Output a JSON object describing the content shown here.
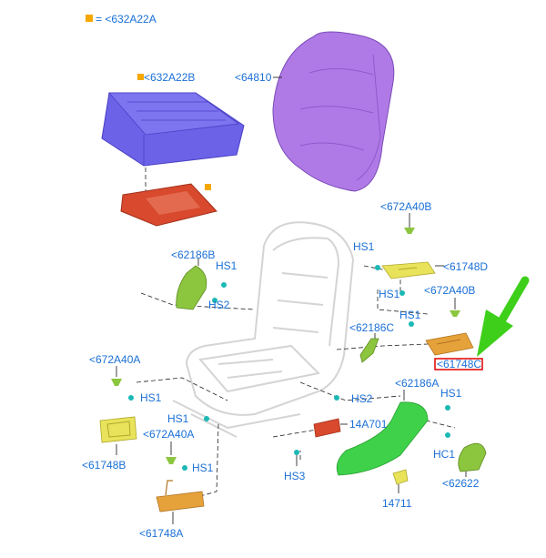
{
  "legend": {
    "marker_color": "#f5a800",
    "text": "= <632A22A"
  },
  "labels": {
    "pad_632A22B": "<632A22B",
    "back_64810": "<64810",
    "clip_672A40B": "<672A40B",
    "hs1_a": "HS1",
    "bracket_61748D": "<61748D",
    "hs1_b": "HS1",
    "clip_672A40B_2": "<672A40B",
    "cover_62186B": "<62186B",
    "hs1_c": "HS1",
    "hs2_a": "HS2",
    "hs1_d": "HS1",
    "cover_62186C": "<62186C",
    "part_61748C": "<61748C",
    "clip_672A40A": "<672A40A",
    "hs1_e": "HS1",
    "cover_62186A": "<62186A",
    "hs1_f": "HS1",
    "hs2_b": "HS2",
    "hs1_g": "HS1",
    "part_14A701": "14A701",
    "clip_672A40A_2": "<672A40A",
    "bracket_61748B": "<61748B",
    "hs1_h": "HS1",
    "hc1": "HC1",
    "hs3": "HS3",
    "part_62622": "<62622",
    "part_14711": "14711",
    "bracket_61748A": "<61748A"
  },
  "highlight": {
    "label": "part_61748C",
    "box_color": "#e00000",
    "arrow_color": "#3ecf1a"
  },
  "colors": {
    "callout_text": "#1a6fd6",
    "cushion": "#6c62e8",
    "seat_back": "#b07ae6",
    "pan": "#d8492e",
    "green_parts": "#8cc63f",
    "yellow_parts": "#e8e35a",
    "orange_parts": "#e6a23a",
    "fasteners": "#1bb9b5"
  }
}
